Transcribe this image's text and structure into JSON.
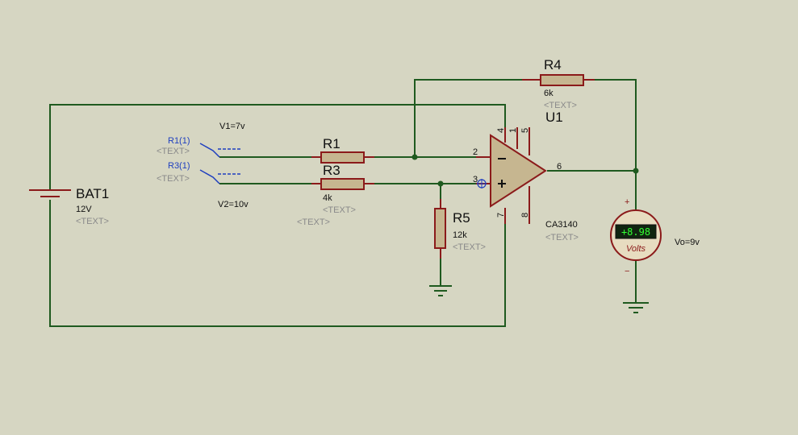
{
  "battery": {
    "ref": "BAT1",
    "value": "12V",
    "placeholder": "<TEXT>"
  },
  "source_1": {
    "ref": "R1(1)",
    "placeholder": "<TEXT>",
    "annotation": "V1=7v"
  },
  "source_2": {
    "ref": "R3(1)",
    "placeholder": "<TEXT>",
    "annotation": "V2=10v"
  },
  "resistor_r1": {
    "ref": "R1",
    "placeholder": "<TEXT>"
  },
  "resistor_r3": {
    "ref": "R3",
    "value": "4k",
    "placeholder": "<TEXT>"
  },
  "resistor_r4": {
    "ref": "R4",
    "value": "6k",
    "placeholder": "<TEXT>"
  },
  "resistor_r5": {
    "ref": "R5",
    "value": "12k",
    "placeholder": "<TEXT>"
  },
  "opamp": {
    "ref": "U1",
    "part": "CA3140",
    "placeholder": "<TEXT>",
    "pins": {
      "inv": "2",
      "noninv": "3",
      "out": "6",
      "v_plus": "4",
      "offset_1": "1",
      "offset_5": "5",
      "v_minus": "7",
      "strobe": "8"
    }
  },
  "voltmeter": {
    "reading": "+8.98",
    "unit": "Volts",
    "plus": "+",
    "minus": "−",
    "annotation": "Vo=9v"
  }
}
